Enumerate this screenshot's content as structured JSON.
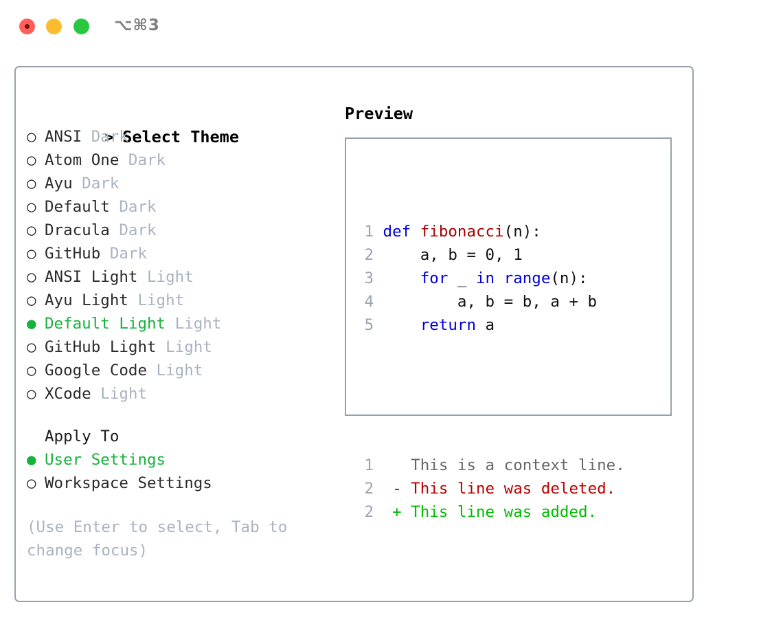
{
  "window": {
    "title": "⌥⌘3",
    "traffic_lights": [
      "close",
      "minimize",
      "maximize"
    ],
    "accent_green": "#16b23c",
    "border_color": "#97a2b0",
    "muted_color": "#aab3c0"
  },
  "theme_panel": {
    "header": "Select Theme",
    "header_marker": ">",
    "selected_marker": "●",
    "unselected_marker": "○",
    "items": [
      {
        "name": "ANSI",
        "kind": "Dark",
        "selected": false
      },
      {
        "name": "Atom One",
        "kind": "Dark",
        "selected": false
      },
      {
        "name": "Ayu",
        "kind": "Dark",
        "selected": false
      },
      {
        "name": "Default",
        "kind": "Dark",
        "selected": false
      },
      {
        "name": "Dracula",
        "kind": "Dark",
        "selected": false
      },
      {
        "name": "GitHub",
        "kind": "Dark",
        "selected": false
      },
      {
        "name": "ANSI Light",
        "kind": "Light",
        "selected": false
      },
      {
        "name": "Ayu Light",
        "kind": "Light",
        "selected": false
      },
      {
        "name": "Default Light",
        "kind": "Light",
        "selected": true
      },
      {
        "name": "GitHub Light",
        "kind": "Light",
        "selected": false
      },
      {
        "name": "Google Code",
        "kind": "Light",
        "selected": false
      },
      {
        "name": "XCode",
        "kind": "Light",
        "selected": false
      }
    ]
  },
  "apply_to": {
    "header": "Apply To",
    "options": [
      {
        "label": "User Settings",
        "selected": true
      },
      {
        "label": "Workspace Settings",
        "selected": false
      }
    ]
  },
  "hint": "(Use Enter to select, Tab to change focus)",
  "preview": {
    "header": "Preview",
    "code_lines": [
      {
        "ln": "1",
        "tokens": [
          {
            "t": "def ",
            "c": "kw"
          },
          {
            "t": "fibonacci",
            "c": "fn"
          },
          {
            "t": "(n):",
            "c": "pl"
          }
        ]
      },
      {
        "ln": "2",
        "tokens": [
          {
            "t": "    a, b = 0, 1",
            "c": "pl"
          }
        ]
      },
      {
        "ln": "3",
        "tokens": [
          {
            "t": "    ",
            "c": "pl"
          },
          {
            "t": "for",
            "c": "kw"
          },
          {
            "t": " _ ",
            "c": "pl"
          },
          {
            "t": "in",
            "c": "kw"
          },
          {
            "t": " ",
            "c": "pl"
          },
          {
            "t": "range",
            "c": "kw"
          },
          {
            "t": "(n):",
            "c": "pl"
          }
        ]
      },
      {
        "ln": "4",
        "tokens": [
          {
            "t": "        a, b = b, a + b",
            "c": "pl"
          }
        ]
      },
      {
        "ln": "5",
        "tokens": [
          {
            "t": "    ",
            "c": "pl"
          },
          {
            "t": "return",
            "c": "kw"
          },
          {
            "t": " a",
            "c": "pl"
          }
        ]
      }
    ],
    "diff_lines": [
      {
        "ln": "1",
        "marker": " ",
        "text": "This is a context line.",
        "cls": "ctx"
      },
      {
        "ln": "2",
        "marker": "-",
        "text": "This line was deleted.",
        "cls": "del"
      },
      {
        "ln": "2",
        "marker": "+",
        "text": "This line was added.",
        "cls": "add"
      }
    ]
  }
}
